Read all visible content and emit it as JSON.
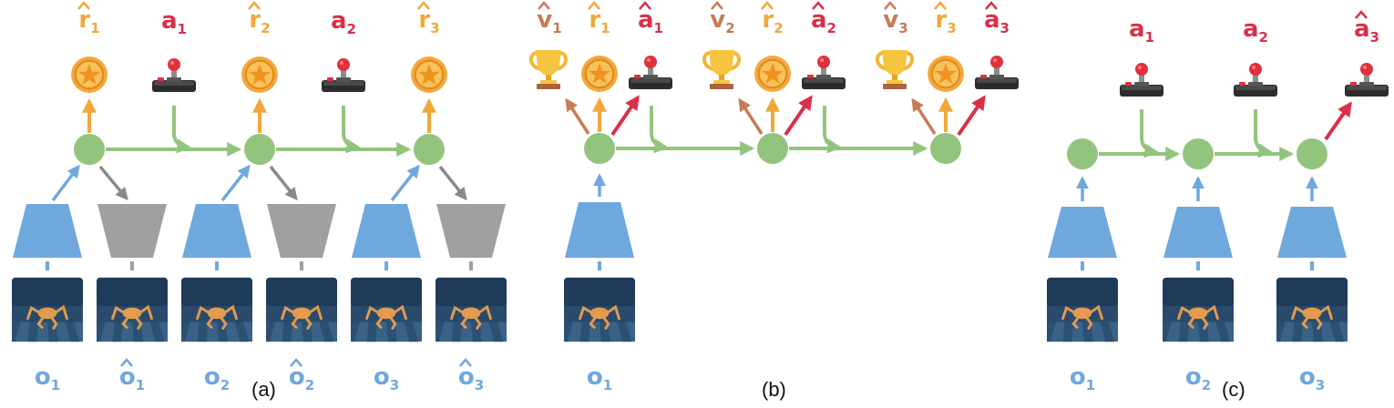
{
  "panels": [
    {
      "label": "(a)",
      "obs": [
        {
          "sym": "o",
          "hat": false,
          "sub": "1"
        },
        {
          "sym": "o",
          "hat": true,
          "sub": "1"
        },
        {
          "sym": "o",
          "hat": false,
          "sub": "2"
        },
        {
          "sym": "o",
          "hat": true,
          "sub": "2"
        },
        {
          "sym": "o",
          "hat": false,
          "sub": "3"
        },
        {
          "sym": "o",
          "hat": true,
          "sub": "3"
        }
      ],
      "rewards": [
        {
          "sym": "r",
          "hat": true,
          "sub": "1"
        },
        {
          "sym": "r",
          "hat": true,
          "sub": "2"
        },
        {
          "sym": "r",
          "hat": true,
          "sub": "3"
        }
      ],
      "actions": [
        {
          "sym": "a",
          "hat": false,
          "sub": "1"
        },
        {
          "sym": "a",
          "hat": false,
          "sub": "2"
        }
      ]
    },
    {
      "label": "(b)",
      "obs": [
        {
          "sym": "o",
          "hat": false,
          "sub": "1"
        }
      ],
      "values": [
        {
          "sym": "v",
          "hat": true,
          "sub": "1"
        },
        {
          "sym": "v",
          "hat": true,
          "sub": "2"
        },
        {
          "sym": "v",
          "hat": true,
          "sub": "3"
        }
      ],
      "rewards": [
        {
          "sym": "r",
          "hat": true,
          "sub": "1"
        },
        {
          "sym": "r",
          "hat": true,
          "sub": "2"
        },
        {
          "sym": "r",
          "hat": true,
          "sub": "3"
        }
      ],
      "actions": [
        {
          "sym": "a",
          "hat": true,
          "sub": "1"
        },
        {
          "sym": "a",
          "hat": true,
          "sub": "2"
        },
        {
          "sym": "a",
          "hat": true,
          "sub": "3"
        }
      ]
    },
    {
      "label": "(c)",
      "obs": [
        {
          "sym": "o",
          "hat": false,
          "sub": "1"
        },
        {
          "sym": "o",
          "hat": false,
          "sub": "2"
        },
        {
          "sym": "o",
          "hat": false,
          "sub": "3"
        }
      ],
      "actions": [
        {
          "sym": "a",
          "hat": false,
          "sub": "1"
        },
        {
          "sym": "a",
          "hat": false,
          "sub": "2"
        },
        {
          "sym": "a",
          "hat": true,
          "sub": "3"
        }
      ]
    }
  ],
  "colors": {
    "encoder": "#6fa8dc",
    "decoder": "#a0a0a0",
    "latent": "#93c47d",
    "reward": "#f0a83c",
    "action": "#d9304a",
    "value": "#c77b55",
    "obs_label": "#6fa8dc",
    "hat_obs_label": "#6fa8dc"
  },
  "icons": {
    "reward": "star-coin-icon",
    "action": "joystick-icon",
    "value": "trophy-icon",
    "observation": "robot-frame-image"
  }
}
